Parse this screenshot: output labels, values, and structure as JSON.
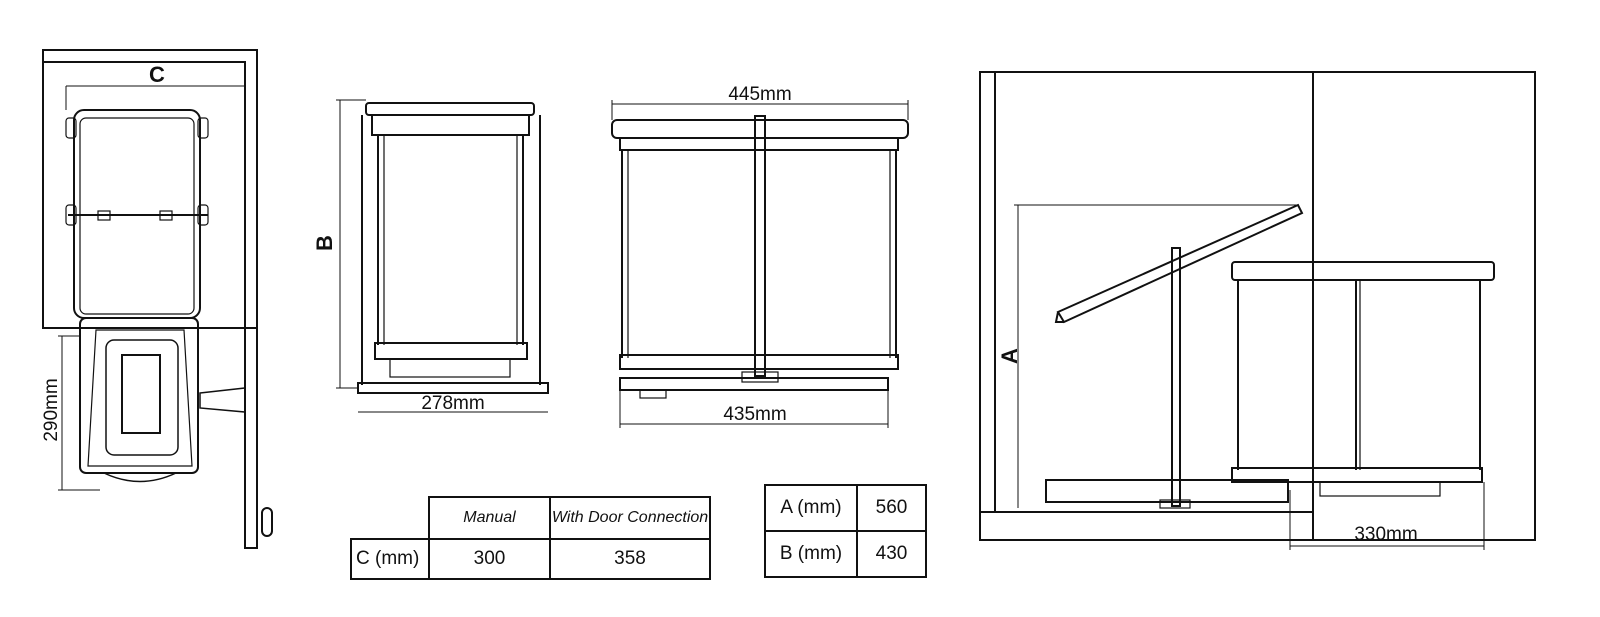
{
  "views": {
    "top": {
      "dim_c_label": "C",
      "dim_depth_label": "290mm"
    },
    "side": {
      "dim_b_label": "B",
      "dim_width_label": "278mm"
    },
    "front": {
      "dim_top_label": "445mm",
      "dim_bottom_label": "435mm"
    },
    "open": {
      "dim_a_label": "A",
      "dim_extension_label": "330mm"
    }
  },
  "table_c": {
    "headers": [
      "Manual",
      "With Door Connection"
    ],
    "row_label": "C (mm)",
    "values": [
      "300",
      "358"
    ]
  },
  "table_ab": {
    "rows": [
      {
        "label": "A (mm)",
        "value": "560"
      },
      {
        "label": "B (mm)",
        "value": "430"
      }
    ]
  }
}
